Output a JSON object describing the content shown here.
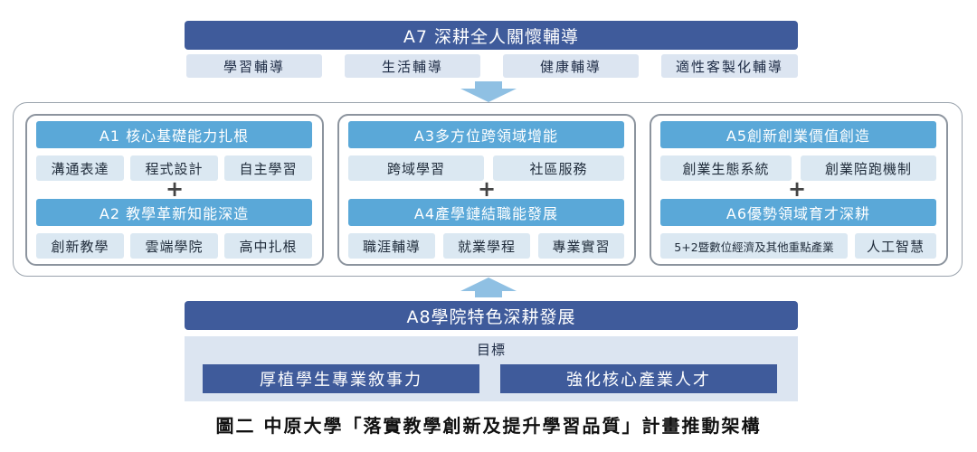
{
  "a7": {
    "title": "A7 深耕全人關懷輔導",
    "items": [
      "學習輔導",
      "生活輔導",
      "健康輔導",
      "適性客製化輔導"
    ]
  },
  "g1": {
    "h1": "A1 核心基礎能力扎根",
    "t1": [
      "溝通表達",
      "程式設計",
      "自主學習"
    ],
    "h2": "A2 教學革新知能深造",
    "t2": [
      "創新教學",
      "雲端學院",
      "高中扎根"
    ]
  },
  "g2": {
    "h1": "A3多方位跨領域增能",
    "t1": [
      "跨域學習",
      "社區服務"
    ],
    "h2": "A4產學鏈結職能發展",
    "t2": [
      "職涯輔導",
      "就業學程",
      "專業實習"
    ]
  },
  "g3": {
    "h1": "A5創新創業價值創造",
    "t1": [
      "創業生態系統",
      "創業陪跑機制"
    ],
    "h2": "A6優勢領域育才深耕",
    "t2": [
      "5+2暨數位經濟及其他重點產業",
      "人工智慧"
    ]
  },
  "plus": "+",
  "a8": {
    "title": "A8學院特色深耕發展"
  },
  "goals": {
    "label": "目標",
    "items": [
      "厚植學生專業敘事力",
      "強化核心產業人才"
    ]
  },
  "caption": "圖二 中原大學「落實教學創新及提升學習品質」計畫推動架構",
  "colors": {
    "dark_bar": "#3f5b9b",
    "light_pill": "#dce5f1",
    "blue_header": "#5aa8d8",
    "tag_bg": "#dbe8f2",
    "arrow": "#8fc0e3"
  }
}
